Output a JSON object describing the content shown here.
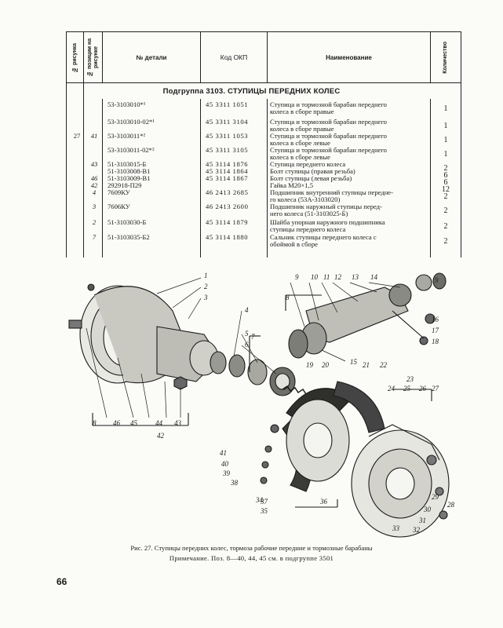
{
  "header": {
    "col_figure": "№ рисунка",
    "col_position": "№ позиции на рисунке",
    "col_part": "№ детали",
    "col_okp": "Код ОКП",
    "col_name": "Наименование",
    "col_qty": "Количество"
  },
  "subgroup_title": "Подгруппа 3103. СТУПИЦЫ ПЕРЕДНИХ КОЛЕС",
  "rows": [
    {
      "fig": "",
      "pos": "",
      "part": "53-3103010*¹",
      "okp": "45 3311 1051",
      "name1": "Ступица и тормозной барабан переднего",
      "name2": "колеса в сборе правые",
      "qty": "1"
    },
    {
      "fig": "",
      "pos": "",
      "part": "53-3103010-02*¹",
      "okp": "45 3311 3104",
      "name1": "Ступица и тормозной барабан переднего",
      "name2": "колеса в сборе правые",
      "qty": "1"
    },
    {
      "fig": "27",
      "pos": "41",
      "part": "53-3103011*²",
      "okp": "45 3311 1053",
      "name1": "Ступица и тормозной барабан переднего",
      "name2": "колеса в сборе левые",
      "qty": "1"
    },
    {
      "fig": "",
      "pos": "",
      "part": "53-3103011-02*²",
      "okp": "45 3311 3105",
      "name1": "Ступица и тормозной барабан переднего",
      "name2": "колеса в сборе левые",
      "qty": "1"
    },
    {
      "fig": "",
      "pos": "43",
      "part": "51-3103015-Б",
      "okp": "45 3114 1876",
      "name1": "Ступица переднего колеса",
      "name2": "",
      "qty": "2"
    },
    {
      "fig": "",
      "pos": "",
      "part": "51-3103008-В1",
      "okp": "45 3114 1864",
      "name1": "Болт ступицы (правая резьба)",
      "name2": "",
      "qty": "6"
    },
    {
      "fig": "",
      "pos": "46",
      "part": "51-3103009-В1",
      "okp": "45 3114 1867",
      "name1": "Болт ступицы (левая резьба)",
      "name2": "",
      "qty": "6"
    },
    {
      "fig": "",
      "pos": "42",
      "part": "292918-П29",
      "okp": "",
      "name1": "Гайка М20×1,5",
      "name2": "",
      "qty": "12"
    },
    {
      "fig": "",
      "pos": "4",
      "part": "7609КУ",
      "okp": "46 2413 2685",
      "name1": "Подшипник внутренний ступицы передне-",
      "name2": "го колеса (53А-3103020)",
      "qty": "2"
    },
    {
      "fig": "",
      "pos": "3",
      "part": "7606КУ",
      "okp": "46 2413 2600",
      "name1": "Подшипник наружный ступицы перед-",
      "name2": "него колеса (51-3103025-Б)",
      "qty": "2"
    },
    {
      "fig": "",
      "pos": "2",
      "part": "51-3103030-Б",
      "okp": "45 3114 1879",
      "name1": "Шайба упорная наружного подшипника",
      "name2": "ступицы переднего колеса",
      "qty": "2"
    },
    {
      "fig": "",
      "pos": "7",
      "part": "51-3103035-Б2",
      "okp": "45 3114 1880",
      "name1": "Сальник ступицы переднего колеса с",
      "name2": "обоймой в сборе",
      "qty": "2"
    }
  ],
  "diagram_labels": [
    "1",
    "2",
    "3",
    "4",
    "5",
    "6",
    "7",
    "8",
    "9",
    "10",
    "11",
    "12",
    "13",
    "14",
    "15",
    "16",
    "17",
    "18",
    "19",
    "20",
    "21",
    "22",
    "23",
    "24",
    "25",
    "26",
    "27",
    "28",
    "29",
    "30",
    "31",
    "32",
    "33",
    "34",
    "35",
    "36",
    "37",
    "38",
    "39",
    "40",
    "41",
    "42",
    "43",
    "44",
    "45",
    "46",
    "8",
    "9"
  ],
  "caption_line1": "Рис. 27. Ступицы передних колес, тормоза рабочие передние и тормозные барабаны",
  "caption_line2": "Примечание. Поз. 8—40, 44, 45 см. в подгруппе 3501",
  "page_number": "66"
}
